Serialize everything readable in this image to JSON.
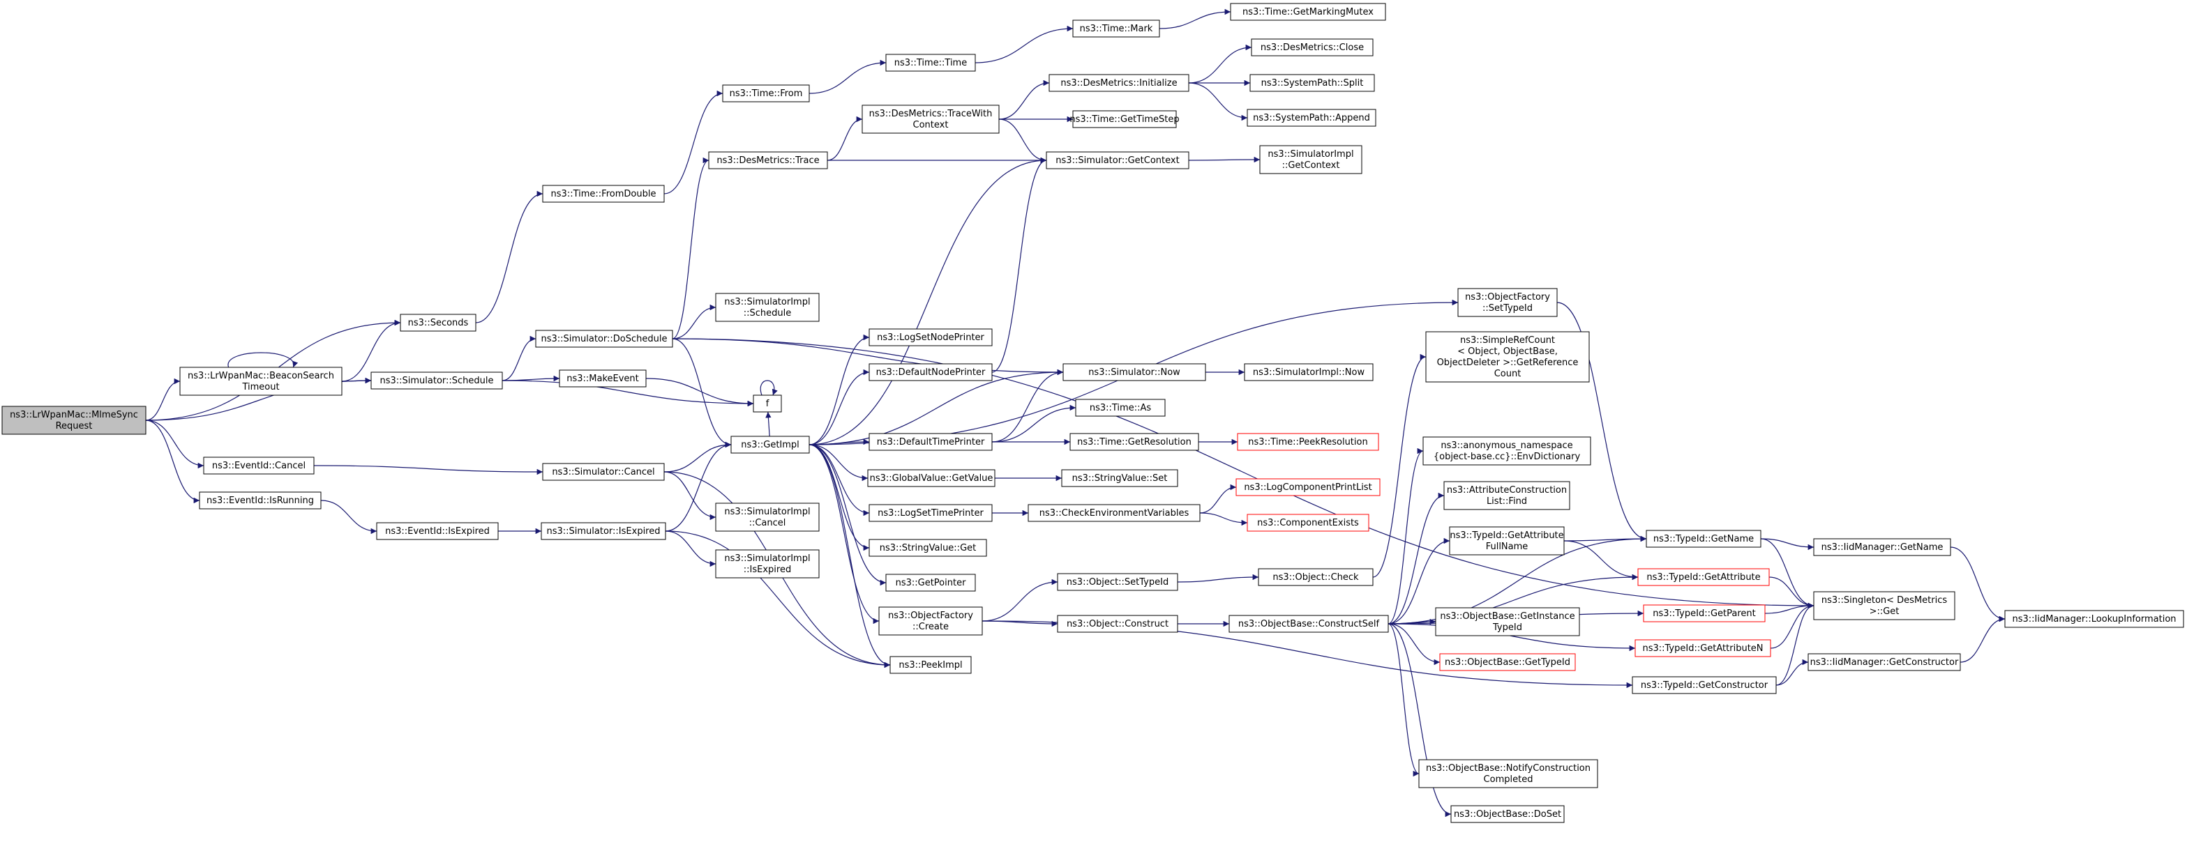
{
  "colors": {
    "edge": "#191970",
    "node_border": "#000000",
    "node_fill": "#ffffff",
    "root_fill": "#bfbfbf",
    "truncated_border": "#ff0000"
  },
  "graph": {
    "nodes": [
      {
        "id": "mlme",
        "lines": [
          "ns3::LrWpanMac::MlmeSync",
          "Request"
        ],
        "style": "root"
      },
      {
        "id": "beacon",
        "lines": [
          "ns3::LrWpanMac::BeaconSearch",
          "Timeout"
        ]
      },
      {
        "id": "seconds",
        "lines": [
          "ns3::Seconds"
        ]
      },
      {
        "id": "fromdouble",
        "lines": [
          "ns3::Time::FromDouble"
        ]
      },
      {
        "id": "timefrom",
        "lines": [
          "ns3::Time::From"
        ]
      },
      {
        "id": "timetime",
        "lines": [
          "ns3::Time::Time"
        ]
      },
      {
        "id": "mark",
        "lines": [
          "ns3::Time::Mark"
        ]
      },
      {
        "id": "mutex",
        "lines": [
          "ns3::Time::GetMarkingMutex"
        ]
      },
      {
        "id": "schedule",
        "lines": [
          "ns3::Simulator::Schedule"
        ]
      },
      {
        "id": "doschedule",
        "lines": [
          "ns3::Simulator::DoSchedule"
        ]
      },
      {
        "id": "implschedule",
        "lines": [
          "ns3::SimulatorImpl",
          "::Schedule"
        ]
      },
      {
        "id": "makeevent",
        "lines": [
          "ns3::MakeEvent"
        ]
      },
      {
        "id": "f",
        "lines": [
          "f"
        ]
      },
      {
        "id": "cancel",
        "lines": [
          "ns3::EventId::Cancel"
        ]
      },
      {
        "id": "isrunning",
        "lines": [
          "ns3::EventId::IsRunning"
        ]
      },
      {
        "id": "isexpired",
        "lines": [
          "ns3::EventId::IsExpired"
        ]
      },
      {
        "id": "simcancel",
        "lines": [
          "ns3::Simulator::Cancel"
        ]
      },
      {
        "id": "simisexpired",
        "lines": [
          "ns3::Simulator::IsExpired"
        ]
      },
      {
        "id": "implcancel",
        "lines": [
          "ns3::SimulatorImpl",
          "::Cancel"
        ]
      },
      {
        "id": "implisexpired",
        "lines": [
          "ns3::SimulatorImpl",
          "::IsExpired"
        ]
      },
      {
        "id": "desmetricstrace",
        "lines": [
          "ns3::DesMetrics::Trace"
        ]
      },
      {
        "id": "tracewith",
        "lines": [
          "ns3::DesMetrics::TraceWith",
          "Context"
        ]
      },
      {
        "id": "initialize",
        "lines": [
          "ns3::DesMetrics::Initialize"
        ]
      },
      {
        "id": "close",
        "lines": [
          "ns3::DesMetrics::Close"
        ]
      },
      {
        "id": "split",
        "lines": [
          "ns3::SystemPath::Split"
        ]
      },
      {
        "id": "append",
        "lines": [
          "ns3::SystemPath::Append"
        ]
      },
      {
        "id": "timestep",
        "lines": [
          "ns3::Time::GetTimeStep"
        ]
      },
      {
        "id": "getcontext",
        "lines": [
          "ns3::Simulator::GetContext"
        ]
      },
      {
        "id": "implgetcontext",
        "lines": [
          "ns3::SimulatorImpl",
          "::GetContext"
        ]
      },
      {
        "id": "getimpl",
        "lines": [
          "ns3::GetImpl"
        ]
      },
      {
        "id": "logsetnode",
        "lines": [
          "ns3::LogSetNodePrinter"
        ]
      },
      {
        "id": "defnode",
        "lines": [
          "ns3::DefaultNodePrinter"
        ]
      },
      {
        "id": "deftime",
        "lines": [
          "ns3::DefaultTimePrinter"
        ]
      },
      {
        "id": "gvget",
        "lines": [
          "ns3::GlobalValue::GetValue"
        ]
      },
      {
        "id": "logsettime",
        "lines": [
          "ns3::LogSetTimePrinter"
        ]
      },
      {
        "id": "svget",
        "lines": [
          "ns3::StringValue::Get"
        ]
      },
      {
        "id": "getpointer",
        "lines": [
          "ns3::GetPointer"
        ]
      },
      {
        "id": "ofcreate",
        "lines": [
          "ns3::ObjectFactory",
          "::Create"
        ]
      },
      {
        "id": "peekimpl",
        "lines": [
          "ns3::PeekImpl"
        ]
      },
      {
        "id": "simnow",
        "lines": [
          "ns3::Simulator::Now"
        ]
      },
      {
        "id": "implnow",
        "lines": [
          "ns3::SimulatorImpl::Now"
        ]
      },
      {
        "id": "timeas",
        "lines": [
          "ns3::Time::As"
        ]
      },
      {
        "id": "getres",
        "lines": [
          "ns3::Time::GetResolution"
        ]
      },
      {
        "id": "peekres",
        "lines": [
          "ns3::Time::PeekResolution"
        ],
        "style": "truncated"
      },
      {
        "id": "svset",
        "lines": [
          "ns3::StringValue::Set"
        ]
      },
      {
        "id": "checkenv",
        "lines": [
          "ns3::CheckEnvironmentVariables"
        ]
      },
      {
        "id": "logcomp",
        "lines": [
          "ns3::LogComponentPrintList"
        ],
        "style": "truncated"
      },
      {
        "id": "compexists",
        "lines": [
          "ns3::ComponentExists"
        ],
        "style": "truncated"
      },
      {
        "id": "objsettid",
        "lines": [
          "ns3::Object::SetTypeId"
        ]
      },
      {
        "id": "objconstruct",
        "lines": [
          "ns3::Object::Construct"
        ]
      },
      {
        "id": "objcheck",
        "lines": [
          "ns3::Object::Check"
        ]
      },
      {
        "id": "constructself",
        "lines": [
          "ns3::ObjectBase::ConstructSelf"
        ]
      },
      {
        "id": "ofsettid",
        "lines": [
          "ns3::ObjectFactory",
          "::SetTypeId"
        ]
      },
      {
        "id": "refcount",
        "lines": [
          "ns3::SimpleRefCount",
          "< Object, ObjectBase,",
          "ObjectDeleter >::GetReference",
          "Count"
        ]
      },
      {
        "id": "envdict",
        "lines": [
          "ns3::anonymous_namespace",
          "{object-base.cc}::EnvDictionary"
        ]
      },
      {
        "id": "attrfind",
        "lines": [
          "ns3::AttributeConstruction",
          "List::Find"
        ]
      },
      {
        "id": "getattrfull",
        "lines": [
          "ns3::TypeId::GetAttribute",
          "FullName"
        ]
      },
      {
        "id": "getinst",
        "lines": [
          "ns3::ObjectBase::GetInstance",
          "TypeId"
        ]
      },
      {
        "id": "obgettid",
        "lines": [
          "ns3::ObjectBase::GetTypeId"
        ],
        "style": "truncated"
      },
      {
        "id": "notify",
        "lines": [
          "ns3::ObjectBase::NotifyConstruction",
          "Completed"
        ]
      },
      {
        "id": "doset",
        "lines": [
          "ns3::ObjectBase::DoSet"
        ]
      },
      {
        "id": "getname",
        "lines": [
          "ns3::TypeId::GetName"
        ]
      },
      {
        "id": "getattr",
        "lines": [
          "ns3::TypeId::GetAttribute"
        ],
        "style": "truncated"
      },
      {
        "id": "getparent",
        "lines": [
          "ns3::TypeId::GetParent"
        ],
        "style": "truncated"
      },
      {
        "id": "getattrn",
        "lines": [
          "ns3::TypeId::GetAttributeN"
        ],
        "style": "truncated"
      },
      {
        "id": "getctor",
        "lines": [
          "ns3::TypeId::GetConstructor"
        ]
      },
      {
        "id": "iidgetname",
        "lines": [
          "ns3::IidManager::GetName"
        ]
      },
      {
        "id": "singleton",
        "lines": [
          "ns3::Singleton< DesMetrics",
          ">::Get"
        ]
      },
      {
        "id": "iidgetctor",
        "lines": [
          "ns3::IidManager::GetConstructor"
        ]
      },
      {
        "id": "lookup",
        "lines": [
          "ns3::IidManager::LookupInformation"
        ]
      }
    ]
  }
}
